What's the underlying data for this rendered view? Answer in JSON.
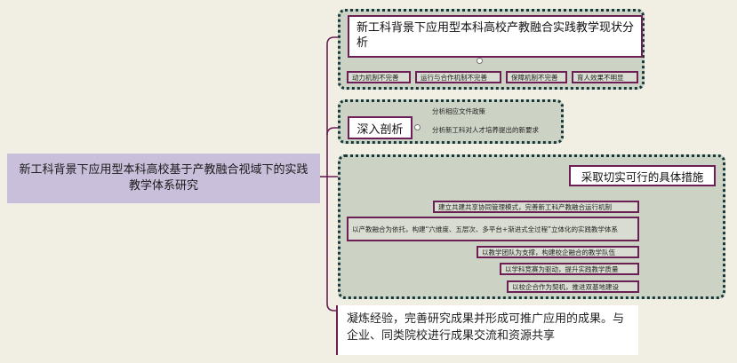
{
  "root": {
    "label": "新工科背景下应用型本科高校基于产教融合视域下的实践教学体系研究"
  },
  "branch1": {
    "title": "新工科背景下应用型本科高校产教融合实践教学现状分析",
    "items": [
      "动力机制不完善",
      "运行与合作机制不完善",
      "保障机制不完善",
      "育人效果不明显"
    ]
  },
  "branch2": {
    "title": "深入剖析",
    "items": [
      "分析相应文件政策",
      "分析新工科对人才培养提出的新要求"
    ]
  },
  "branch3": {
    "title": "采取切实可行的具体措施",
    "items": [
      "建立共建共享协同管理模式，完善新工科产教融合运行机制",
      "以产教融合为依托，构建“六维度、五层次、多平台+渐进式全过程”立体化的实践教学体系",
      "以教学团队为支撑，构建校企融合的教学队伍",
      "以学科竞赛为驱动，提升实践教学质量",
      "以校企合作为契机，推进双基地建设"
    ]
  },
  "branch4": {
    "title": "凝炼经验，完善研究成果并形成可推广应用的成果。与企业、同类院校进行成果交流和资源共享"
  }
}
